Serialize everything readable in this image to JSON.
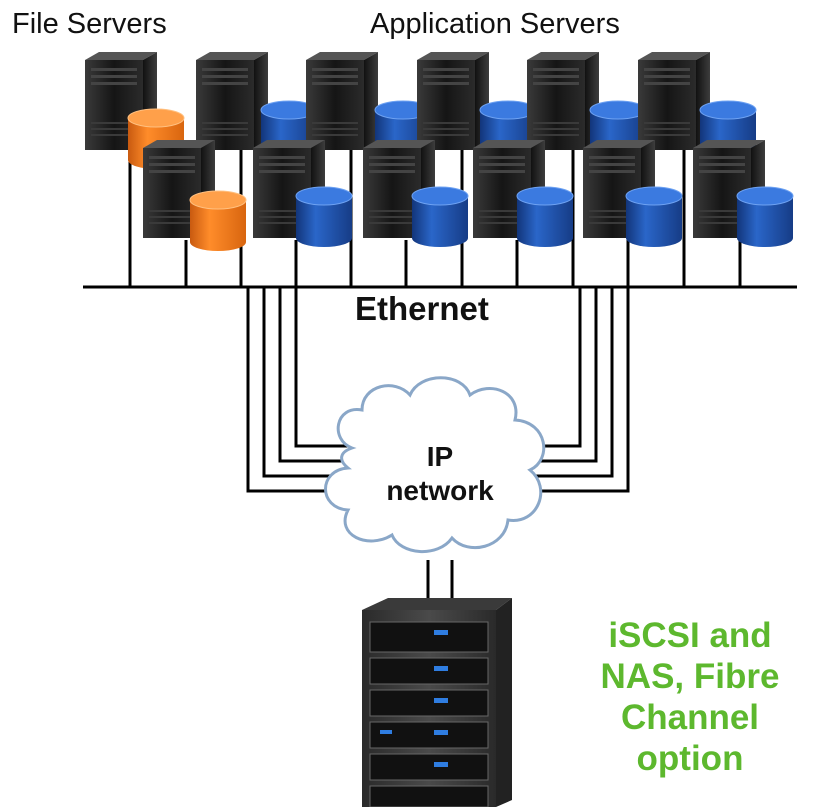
{
  "labels": {
    "file_servers": "File Servers",
    "application_servers": "Application Servers",
    "ethernet": "Ethernet",
    "cloud_line1": "IP",
    "cloud_line2": "network",
    "caption_lines": [
      "iSCSI and",
      "NAS, Fibre",
      "Channel",
      "option"
    ]
  },
  "colors": {
    "caption": "#5db82e",
    "file_disk": "#f07a1a",
    "app_disk": "#1e4fa8",
    "server_body": "#1a1a1a",
    "cloud_fill": "#ffffff",
    "cloud_stroke": "#8aa7c8",
    "line": "#000000"
  },
  "icons": {
    "server": "tower-server-icon",
    "file_disk": "orange-disk-icon",
    "app_disk": "blue-disk-icon",
    "cloud": "cloud-icon",
    "storage": "storage-array-icon"
  }
}
